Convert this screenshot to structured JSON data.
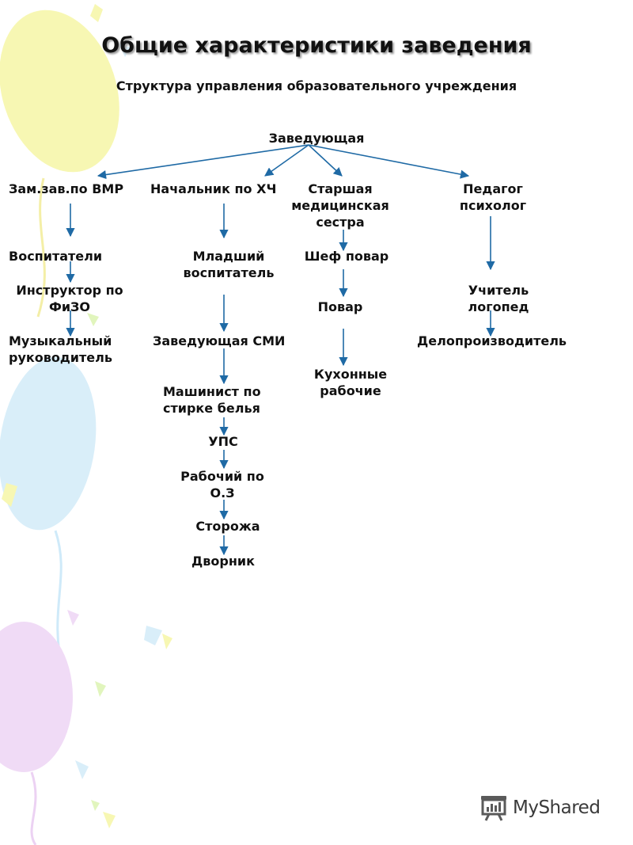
{
  "slide": {
    "title": "Общие характеристики заведения",
    "subtitle": "Структура управления образовательного учреждения"
  },
  "org_chart": {
    "root": "Заведующая",
    "col1": {
      "head": "Зам.зав.по ВМР",
      "items": [
        "Воспитатели",
        "Инструктор по ФиЗО",
        "Музыкальный руководитель"
      ]
    },
    "col2": {
      "head": "Начальник по ХЧ",
      "items": [
        "Младший воспитатель",
        "Заведующая СМИ",
        "Машинист по стирке белья",
        "УПС",
        "Рабочий по О.З",
        "Сторожа",
        "Дворник"
      ]
    },
    "col3": {
      "head": "Старшая медицинская сестра",
      "items": [
        "Шеф повар",
        "Повар",
        "Кухонные рабочие"
      ]
    },
    "col4": {
      "head": "Педагог психолог",
      "items": [
        "Учитель логопед",
        "Делопроизводитель"
      ]
    }
  },
  "colors": {
    "arrow": "#1f6aa5",
    "balloon_yellow": "#f3f39a",
    "balloon_blue": "#bfe3f7",
    "balloon_purple": "#e6c3f0"
  },
  "watermark": {
    "icon": "presentation-board-icon",
    "text": "MyShared"
  }
}
